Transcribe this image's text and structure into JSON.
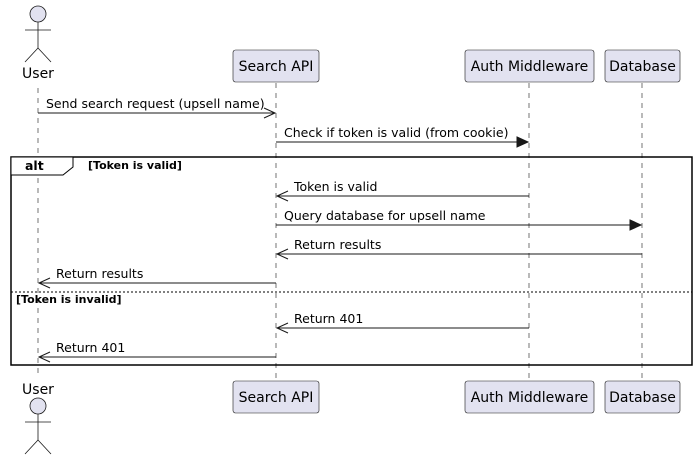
{
  "participants": {
    "user": "User",
    "search_api": "Search API",
    "auth_middleware": "Auth Middleware",
    "database": "Database"
  },
  "messages": [
    {
      "label": "Send search request (upsell name)"
    },
    {
      "label": "Check if token is valid (from cookie)"
    },
    {
      "label": "Token is valid"
    },
    {
      "label": "Query database for upsell name"
    },
    {
      "label": "Return results"
    },
    {
      "label": "Return results"
    },
    {
      "label": "Return 401"
    },
    {
      "label": "Return 401"
    }
  ],
  "alt_frame": {
    "keyword": "alt",
    "guard_valid": "[Token is valid]",
    "guard_invalid": "[Token is invalid]"
  }
}
